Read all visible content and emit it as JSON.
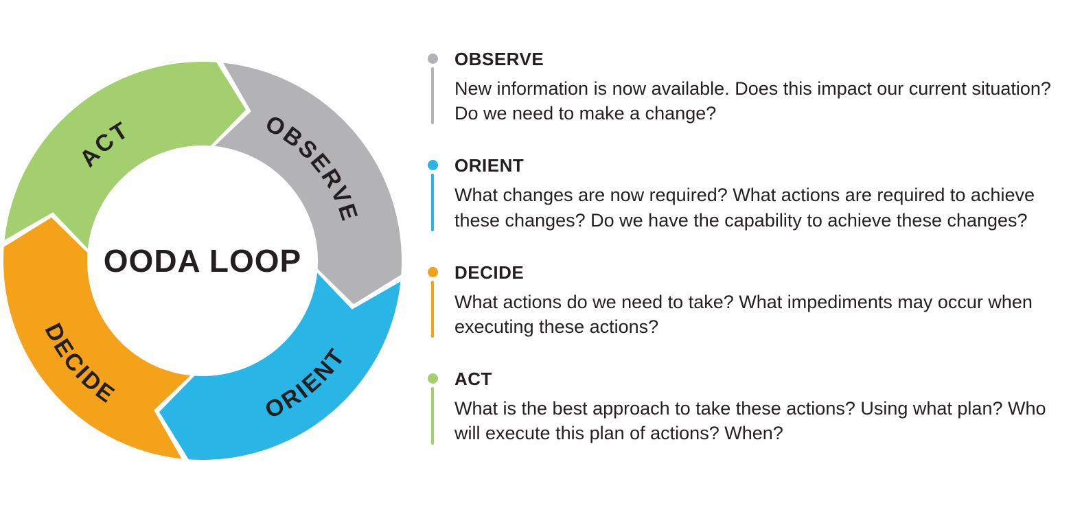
{
  "colors": {
    "observe": "#b3b3b5",
    "orient": "#29b5e5",
    "decide": "#f5a21b",
    "act": "#a3cf6e",
    "text": "#231f20",
    "background": "#ffffff"
  },
  "diagram": {
    "center_label": "OODA LOOP",
    "segments": [
      {
        "label": "OBSERVE",
        "color": "#b3b3b5"
      },
      {
        "label": "ORIENT",
        "color": "#29b5e5"
      },
      {
        "label": "DECIDE",
        "color": "#f5a21b"
      },
      {
        "label": "ACT",
        "color": "#a3cf6e"
      }
    ]
  },
  "legend": {
    "items": [
      {
        "title": "OBSERVE",
        "color": "#b3b3b5",
        "description": "New information is now available. Does this impact our current situation? Do we need to make a change?"
      },
      {
        "title": "ORIENT",
        "color": "#29b5e5",
        "description": "What changes are now required? What actions are required to achieve these changes? Do we have the capability to achieve these changes?"
      },
      {
        "title": "DECIDE",
        "color": "#f5a21b",
        "description": "What actions do we need to take? What impediments may occur when executing these actions?"
      },
      {
        "title": "ACT",
        "color": "#a3cf6e",
        "description": "What is the best approach to take these actions? Using what plan? Who will execute this plan of actions? When?"
      }
    ]
  }
}
